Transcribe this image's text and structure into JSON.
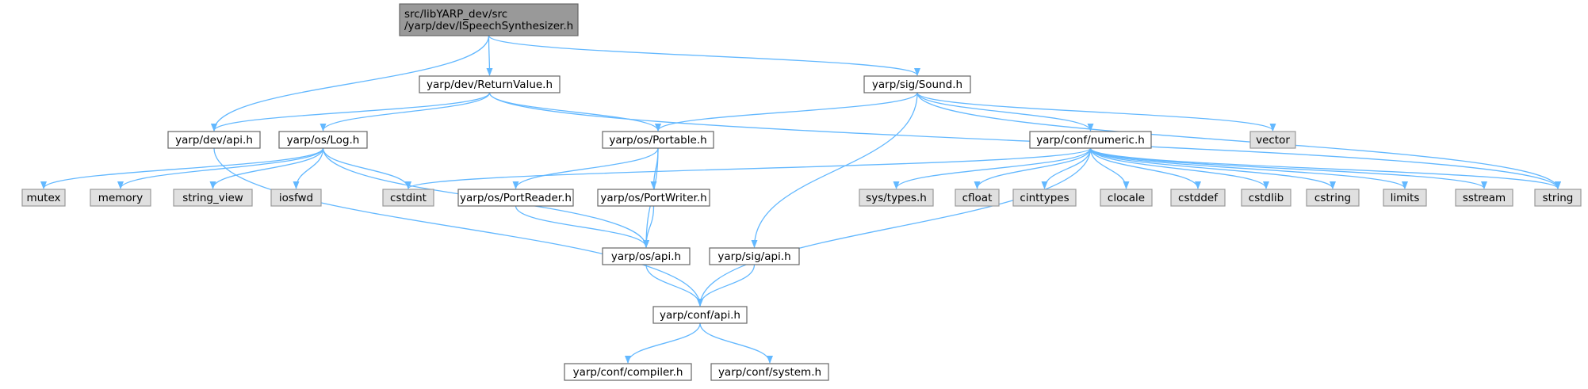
{
  "colors": {
    "edge": "#63b8ff",
    "root_fill": "#999999",
    "root_stroke": "#666666",
    "header_fill": "#ffffff",
    "header_stroke": "#666666",
    "system_fill": "#e0e0e0",
    "system_stroke": "#999999",
    "text": "#000000"
  },
  "nodes": {
    "ispeech": {
      "kind": "root",
      "lines": [
        "src/libYARP_dev/src",
        "/yarp/dev/ISpeechSynthesizer.h"
      ]
    },
    "dev_api": {
      "kind": "header",
      "lines": [
        "yarp/dev/api.h"
      ]
    },
    "returnvalue": {
      "kind": "header",
      "lines": [
        "yarp/dev/ReturnValue.h"
      ]
    },
    "sound": {
      "kind": "header",
      "lines": [
        "yarp/sig/Sound.h"
      ]
    },
    "log": {
      "kind": "header",
      "lines": [
        "yarp/os/Log.h"
      ]
    },
    "portable": {
      "kind": "header",
      "lines": [
        "yarp/os/Portable.h"
      ]
    },
    "numeric": {
      "kind": "header",
      "lines": [
        "yarp/conf/numeric.h"
      ]
    },
    "vector": {
      "kind": "system",
      "lines": [
        "vector"
      ]
    },
    "mutex": {
      "kind": "system",
      "lines": [
        "mutex"
      ]
    },
    "memory": {
      "kind": "system",
      "lines": [
        "memory"
      ]
    },
    "string_view": {
      "kind": "system",
      "lines": [
        "string_view"
      ]
    },
    "iosfwd": {
      "kind": "system",
      "lines": [
        "iosfwd"
      ]
    },
    "cstdint": {
      "kind": "system",
      "lines": [
        "cstdint"
      ]
    },
    "portreader": {
      "kind": "header",
      "lines": [
        "yarp/os/PortReader.h"
      ]
    },
    "portwriter": {
      "kind": "header",
      "lines": [
        "yarp/os/PortWriter.h"
      ]
    },
    "systypes": {
      "kind": "system",
      "lines": [
        "sys/types.h"
      ]
    },
    "cfloat": {
      "kind": "system",
      "lines": [
        "cfloat"
      ]
    },
    "cinttypes": {
      "kind": "system",
      "lines": [
        "cinttypes"
      ]
    },
    "clocale": {
      "kind": "system",
      "lines": [
        "clocale"
      ]
    },
    "cstddef": {
      "kind": "system",
      "lines": [
        "cstddef"
      ]
    },
    "cstdlib": {
      "kind": "system",
      "lines": [
        "cstdlib"
      ]
    },
    "cstring": {
      "kind": "system",
      "lines": [
        "cstring"
      ]
    },
    "limits": {
      "kind": "system",
      "lines": [
        "limits"
      ]
    },
    "sstream": {
      "kind": "system",
      "lines": [
        "sstream"
      ]
    },
    "string": {
      "kind": "system",
      "lines": [
        "string"
      ]
    },
    "os_api": {
      "kind": "header",
      "lines": [
        "yarp/os/api.h"
      ]
    },
    "sig_api": {
      "kind": "header",
      "lines": [
        "yarp/sig/api.h"
      ]
    },
    "conf_api": {
      "kind": "header",
      "lines": [
        "yarp/conf/api.h"
      ]
    },
    "compiler": {
      "kind": "header",
      "lines": [
        "yarp/conf/compiler.h"
      ]
    },
    "system": {
      "kind": "header",
      "lines": [
        "yarp/conf/system.h"
      ]
    }
  },
  "edges": [
    [
      "ispeech",
      "dev_api"
    ],
    [
      "ispeech",
      "returnvalue"
    ],
    [
      "ispeech",
      "sound"
    ],
    [
      "returnvalue",
      "dev_api"
    ],
    [
      "returnvalue",
      "log"
    ],
    [
      "returnvalue",
      "portable"
    ],
    [
      "returnvalue",
      "string"
    ],
    [
      "sound",
      "portable"
    ],
    [
      "sound",
      "numeric"
    ],
    [
      "sound",
      "sig_api"
    ],
    [
      "sound",
      "vector"
    ],
    [
      "sound",
      "string"
    ],
    [
      "dev_api",
      "conf_api"
    ],
    [
      "log",
      "mutex"
    ],
    [
      "log",
      "memory"
    ],
    [
      "log",
      "string_view"
    ],
    [
      "log",
      "iosfwd"
    ],
    [
      "log",
      "cstdint"
    ],
    [
      "log",
      "os_api"
    ],
    [
      "portable",
      "portreader"
    ],
    [
      "portable",
      "portwriter"
    ],
    [
      "portable",
      "os_api"
    ],
    [
      "numeric",
      "cstdint"
    ],
    [
      "numeric",
      "conf_api"
    ],
    [
      "numeric",
      "systypes"
    ],
    [
      "numeric",
      "cfloat"
    ],
    [
      "numeric",
      "cinttypes"
    ],
    [
      "numeric",
      "clocale"
    ],
    [
      "numeric",
      "cstddef"
    ],
    [
      "numeric",
      "cstdlib"
    ],
    [
      "numeric",
      "cstring"
    ],
    [
      "numeric",
      "limits"
    ],
    [
      "numeric",
      "sstream"
    ],
    [
      "numeric",
      "string"
    ],
    [
      "portreader",
      "os_api"
    ],
    [
      "portwriter",
      "os_api"
    ],
    [
      "os_api",
      "conf_api"
    ],
    [
      "sig_api",
      "conf_api"
    ],
    [
      "conf_api",
      "compiler"
    ],
    [
      "conf_api",
      "system"
    ]
  ]
}
